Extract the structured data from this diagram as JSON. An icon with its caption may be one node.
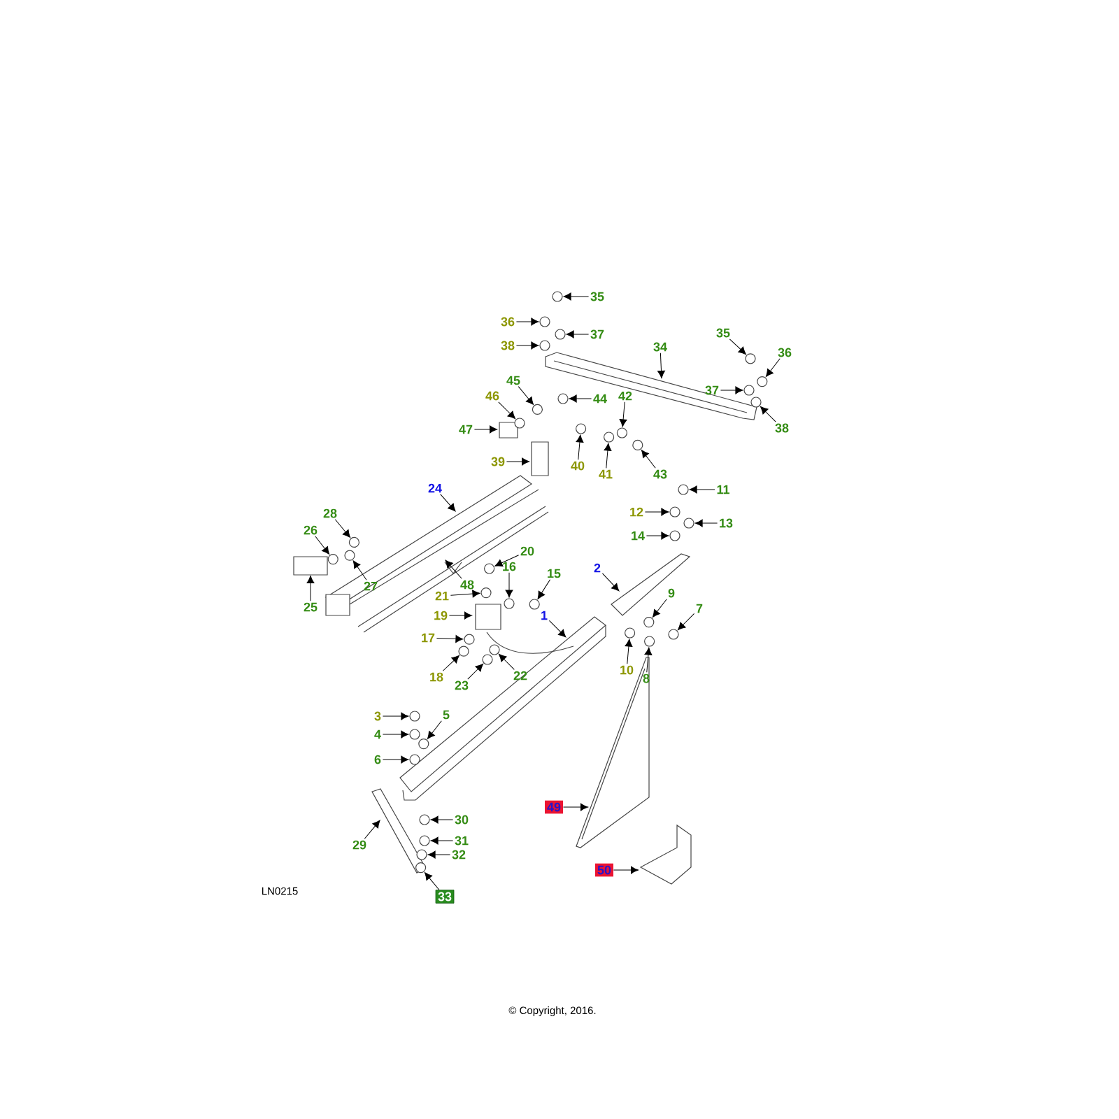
{
  "diagram": {
    "nodes": [
      {
        "text": [
          "35"
        ]
      },
      {
        "text": [
          "36"
        ]
      },
      {
        "text": [
          "37"
        ]
      },
      {
        "text": [
          "38"
        ]
      },
      {
        "text": [
          "34"
        ]
      },
      {
        "text": [
          "35"
        ]
      },
      {
        "text": [
          "36"
        ]
      },
      {
        "text": [
          "37"
        ]
      },
      {
        "text": [
          "38"
        ]
      },
      {
        "text": [
          "45"
        ]
      },
      {
        "text": [
          "46"
        ]
      },
      {
        "text": [
          "44"
        ]
      },
      {
        "text": [
          "47"
        ]
      },
      {
        "text": [
          "42"
        ]
      },
      {
        "text": [
          "40"
        ]
      },
      {
        "text": [
          "41"
        ]
      },
      {
        "text": [
          "43"
        ]
      },
      {
        "text": [
          "39"
        ]
      },
      {
        "text": [
          "24"
        ]
      },
      {
        "text": [
          "11"
        ]
      },
      {
        "text": [
          "12"
        ]
      },
      {
        "text": [
          "13"
        ]
      },
      {
        "text": [
          "14"
        ]
      },
      {
        "text": [
          "28"
        ]
      },
      {
        "text": [
          "26"
        ]
      },
      {
        "text": [
          "27"
        ]
      },
      {
        "text": [
          "25"
        ]
      },
      {
        "text": [
          "20"
        ]
      },
      {
        "text": [
          "48"
        ]
      },
      {
        "text": [
          "16"
        ]
      },
      {
        "text": [
          "15"
        ]
      },
      {
        "text": [
          "21"
        ]
      },
      {
        "text": [
          "2"
        ]
      },
      {
        "text": [
          "1"
        ]
      },
      {
        "text": [
          "9"
        ]
      },
      {
        "text": [
          "7"
        ]
      },
      {
        "text": [
          "19"
        ]
      },
      {
        "text": [
          "17"
        ]
      },
      {
        "text": [
          "10"
        ]
      },
      {
        "text": [
          "8"
        ]
      },
      {
        "text": [
          "18"
        ]
      },
      {
        "text": [
          "22"
        ]
      },
      {
        "text": [
          "23"
        ]
      },
      {
        "text": [
          "3"
        ]
      },
      {
        "text": [
          "4"
        ]
      },
      {
        "text": [
          "5"
        ]
      },
      {
        "text": [
          "6"
        ]
      },
      {
        "text": [
          "30"
        ]
      },
      {
        "text": [
          "29"
        ]
      },
      {
        "text": [
          "31"
        ]
      },
      {
        "text": [
          "32"
        ]
      },
      {
        "text": [
          "33"
        ]
      },
      {
        "text": [
          "49"
        ]
      },
      {
        "text": [
          "50"
        ]
      },
      {
        "text": [],
        "shape": "circle"
      },
      {
        "text": [],
        "shape": "circle"
      },
      {
        "text": [],
        "shape": "circle"
      },
      {
        "text": [],
        "shape": "circle"
      },
      {
        "text": [],
        "shape": "circle"
      },
      {
        "text": [],
        "shape": "circle"
      },
      {
        "text": [],
        "shape": "circle"
      },
      {
        "text": [],
        "shape": "circle"
      },
      {
        "text": [],
        "shape": "circle"
      },
      {
        "text": [],
        "shape": "circle"
      },
      {
        "text": [],
        "shape": "circle"
      },
      {
        "text": [],
        "shape": "circle"
      },
      {
        "text": [],
        "shape": "circle"
      },
      {
        "text": [],
        "shape": "circle"
      },
      {
        "text": [],
        "shape": "circle"
      },
      {
        "text": [],
        "shape": "circle"
      },
      {
        "text": [],
        "shape": "circle"
      },
      {
        "text": [],
        "shape": "circle"
      },
      {
        "text": [],
        "shape": "circle"
      },
      {
        "text": [],
        "shape": "circle"
      },
      {
        "text": [],
        "shape": "circle"
      },
      {
        "text": [],
        "shape": "circle"
      },
      {
        "text": [],
        "shape": "circle"
      },
      {
        "text": [],
        "shape": "circle"
      },
      {
        "text": [],
        "shape": "circle"
      },
      {
        "text": [],
        "shape": "circle"
      },
      {
        "text": [],
        "shape": "circle"
      },
      {
        "text": [],
        "shape": "circle"
      },
      {
        "text": [],
        "shape": "circle"
      },
      {
        "text": [],
        "shape": "circle"
      },
      {
        "text": [],
        "shape": "circle"
      },
      {
        "text": [],
        "shape": "circle"
      },
      {
        "text": [],
        "shape": "circle"
      },
      {
        "text": [],
        "shape": "circle"
      },
      {
        "text": [],
        "shape": "circle"
      },
      {
        "text": [],
        "shape": "circle"
      },
      {
        "text": [],
        "shape": "circle"
      },
      {
        "text": [],
        "shape": "circle"
      },
      {
        "text": [],
        "shape": "circle"
      },
      {
        "text": [],
        "shape": "circle"
      },
      {
        "text": [],
        "shape": "circle"
      },
      {
        "text": [],
        "shape": "circle"
      }
    ],
    "edges": [
      {
        "from": 0,
        "to": 54,
        "arrow": "to"
      },
      {
        "from": 1,
        "to": 55,
        "arrow": "to"
      },
      {
        "from": 2,
        "to": 56,
        "arrow": "to"
      },
      {
        "from": 3,
        "to": 57,
        "arrow": "to"
      },
      {
        "from": 4,
        "to": null,
        "arrow": "to"
      },
      {
        "from": 5,
        "to": 58,
        "arrow": "to"
      },
      {
        "from": 6,
        "to": 59,
        "arrow": "to"
      },
      {
        "from": 7,
        "to": 60,
        "arrow": "to"
      },
      {
        "from": 8,
        "to": 61,
        "arrow": "to"
      },
      {
        "from": 9,
        "to": 62,
        "arrow": "to"
      },
      {
        "from": 10,
        "to": 63,
        "arrow": "to"
      },
      {
        "from": 11,
        "to": 64,
        "arrow": "to"
      },
      {
        "from": 12,
        "to": null,
        "arrow": "to"
      },
      {
        "from": 13,
        "to": 65,
        "arrow": "to"
      },
      {
        "from": 14,
        "to": 66,
        "arrow": "to"
      },
      {
        "from": 15,
        "to": 67,
        "arrow": "to"
      },
      {
        "from": 16,
        "to": 68,
        "arrow": "to"
      },
      {
        "from": 17,
        "to": null,
        "arrow": "to"
      },
      {
        "from": 18,
        "to": null,
        "arrow": "to"
      },
      {
        "from": 19,
        "to": 69,
        "arrow": "to"
      },
      {
        "from": 20,
        "to": 70,
        "arrow": "to"
      },
      {
        "from": 21,
        "to": 71,
        "arrow": "to"
      },
      {
        "from": 22,
        "to": 72,
        "arrow": "to"
      },
      {
        "from": 23,
        "to": 73,
        "arrow": "to"
      },
      {
        "from": 24,
        "to": 74,
        "arrow": "to"
      },
      {
        "from": 25,
        "to": 75,
        "arrow": "to"
      },
      {
        "from": 26,
        "to": null,
        "arrow": "to"
      },
      {
        "from": 27,
        "to": 76,
        "arrow": "to"
      },
      {
        "from": 28,
        "to": null,
        "arrow": "to"
      },
      {
        "from": 29,
        "to": 77,
        "arrow": "to"
      },
      {
        "from": 30,
        "to": 78,
        "arrow": "to"
      },
      {
        "from": 31,
        "to": 79,
        "arrow": "to"
      },
      {
        "from": 32,
        "to": null,
        "arrow": "to"
      },
      {
        "from": 33,
        "to": null,
        "arrow": "to"
      },
      {
        "from": 34,
        "to": 80,
        "arrow": "to"
      },
      {
        "from": 35,
        "to": 81,
        "arrow": "to"
      },
      {
        "from": 36,
        "to": null,
        "arrow": "to"
      },
      {
        "from": 37,
        "to": 82,
        "arrow": "to"
      },
      {
        "from": 38,
        "to": 83,
        "arrow": "to"
      },
      {
        "from": 39,
        "to": 84,
        "arrow": "to"
      },
      {
        "from": 40,
        "to": 85,
        "arrow": "to"
      },
      {
        "from": 41,
        "to": 86,
        "arrow": "to"
      },
      {
        "from": 42,
        "to": 87,
        "arrow": "to"
      },
      {
        "from": 43,
        "to": 88,
        "arrow": "to"
      },
      {
        "from": 44,
        "to": 89,
        "arrow": "to"
      },
      {
        "from": 45,
        "to": 90,
        "arrow": "to"
      },
      {
        "from": 46,
        "to": 91,
        "arrow": "to"
      },
      {
        "from": 47,
        "to": 92,
        "arrow": "to"
      },
      {
        "from": 48,
        "to": null,
        "arrow": "to"
      },
      {
        "from": 49,
        "to": 93,
        "arrow": "to"
      },
      {
        "from": 50,
        "to": 94,
        "arrow": "to"
      },
      {
        "from": 51,
        "to": 95,
        "arrow": "to"
      },
      {
        "from": 52,
        "to": null,
        "arrow": "to"
      },
      {
        "from": 53,
        "to": null,
        "arrow": "to"
      }
    ],
    "labels": [
      "LN0215",
      "© Copyright, 2016."
    ]
  }
}
